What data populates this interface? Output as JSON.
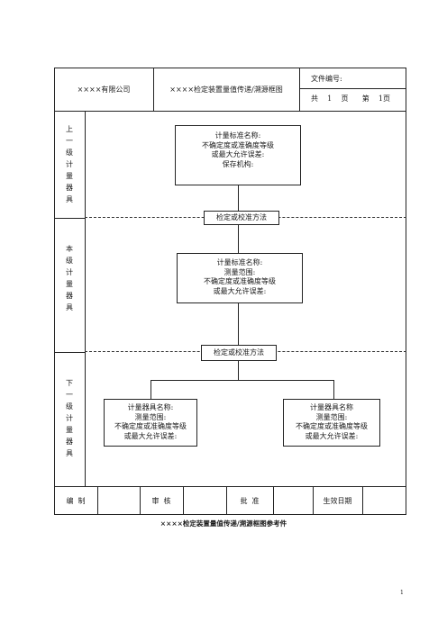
{
  "header": {
    "company": "××××有限公司",
    "title": "××××检定装置量值传递/溯源框图",
    "file_no_label": "文件编号:",
    "page_info": {
      "total_prefix": "共",
      "total": "1",
      "page_unit": "页",
      "current_prefix": "第",
      "current": "1",
      "current_unit": "页"
    }
  },
  "levels": {
    "upper": "上一级计量器具",
    "current": "本级计量器具",
    "lower": "下一级计量器具"
  },
  "upper_box": [
    "计量标准名称:",
    "不确定度或准确度等级",
    "或最大允许误差:",
    "保存机构:"
  ],
  "method_top": "检定或校准方法",
  "current_box": [
    "计量标准名称:",
    "测量范围:",
    "不确定度或准确度等级",
    "或最大允许误差:"
  ],
  "method_bottom": "检定或校准方法",
  "lower_left_box": [
    "计量器具名称:",
    "测量范围:",
    "不确定度或准确度等级",
    "或最大允许误差:"
  ],
  "lower_right_box": [
    "计量器具名称",
    "测量范围:",
    "不确定度或准确度等级",
    "或最大允许误差:"
  ],
  "footer": {
    "compile": "编  制",
    "review": "审  核",
    "approve": "批  准",
    "effective_date": "生效日期"
  },
  "caption": "××××检定装置量值传递/溯源框图参考件",
  "page_number": "1"
}
